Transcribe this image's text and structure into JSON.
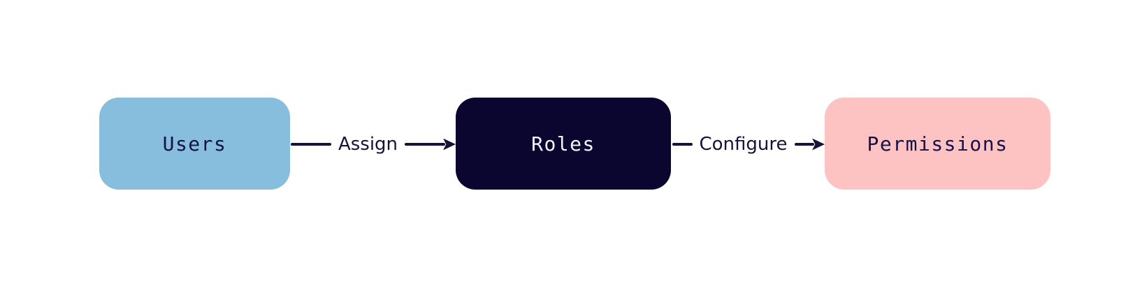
{
  "diagram": {
    "background_color": "#FFFFFF",
    "edge_color": "#171338",
    "nodes": [
      {
        "id": "users",
        "label": "Users",
        "fill": "#87BEDD",
        "text_color": "#15114A"
      },
      {
        "id": "roles",
        "label": "Roles",
        "fill": "#0B0630",
        "text_color": "#F4F4FC"
      },
      {
        "id": "permissions",
        "label": "Permissions",
        "fill": "#FDC2C2",
        "text_color": "#15114A"
      }
    ],
    "edges": [
      {
        "from": "users",
        "to": "roles",
        "label": "Assign"
      },
      {
        "from": "roles",
        "to": "permissions",
        "label": "Configure"
      }
    ]
  }
}
